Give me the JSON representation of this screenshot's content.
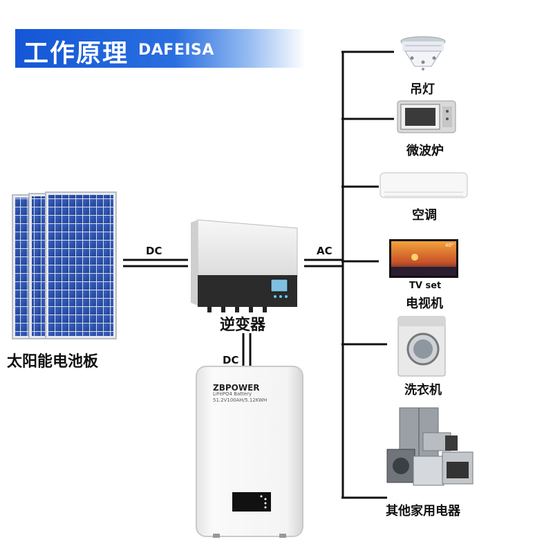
{
  "header": {
    "title": "工作原理",
    "brand": "DAFEISA"
  },
  "solar": {
    "label": "太阳能电池板"
  },
  "inverter": {
    "label": "逆变器"
  },
  "links": {
    "solar_to_inverter": "DC",
    "inverter_to_loads": "AC",
    "inverter_to_battery": "DC"
  },
  "battery": {
    "brand": "ZBPOWER",
    "type": "LiFePO4 Battery",
    "spec": "51.2V100AH/5.12KWH"
  },
  "tv": {
    "screen_text": "40\""
  },
  "loads": [
    {
      "label": "吊灯",
      "icon": "chandelier-icon"
    },
    {
      "label": "微波炉",
      "icon": "microwave-icon"
    },
    {
      "label": "空调",
      "icon": "air-conditioner-icon"
    },
    {
      "label": "电视机",
      "sublabel": "TV set",
      "icon": "tv-icon"
    },
    {
      "label": "洗衣机",
      "icon": "washing-machine-icon"
    },
    {
      "label": "其他家用电器",
      "icon": "appliances-icon"
    }
  ],
  "colors": {
    "banner": "#1456d6",
    "panel_cell": "#2a4fa8",
    "line": "#111111"
  }
}
